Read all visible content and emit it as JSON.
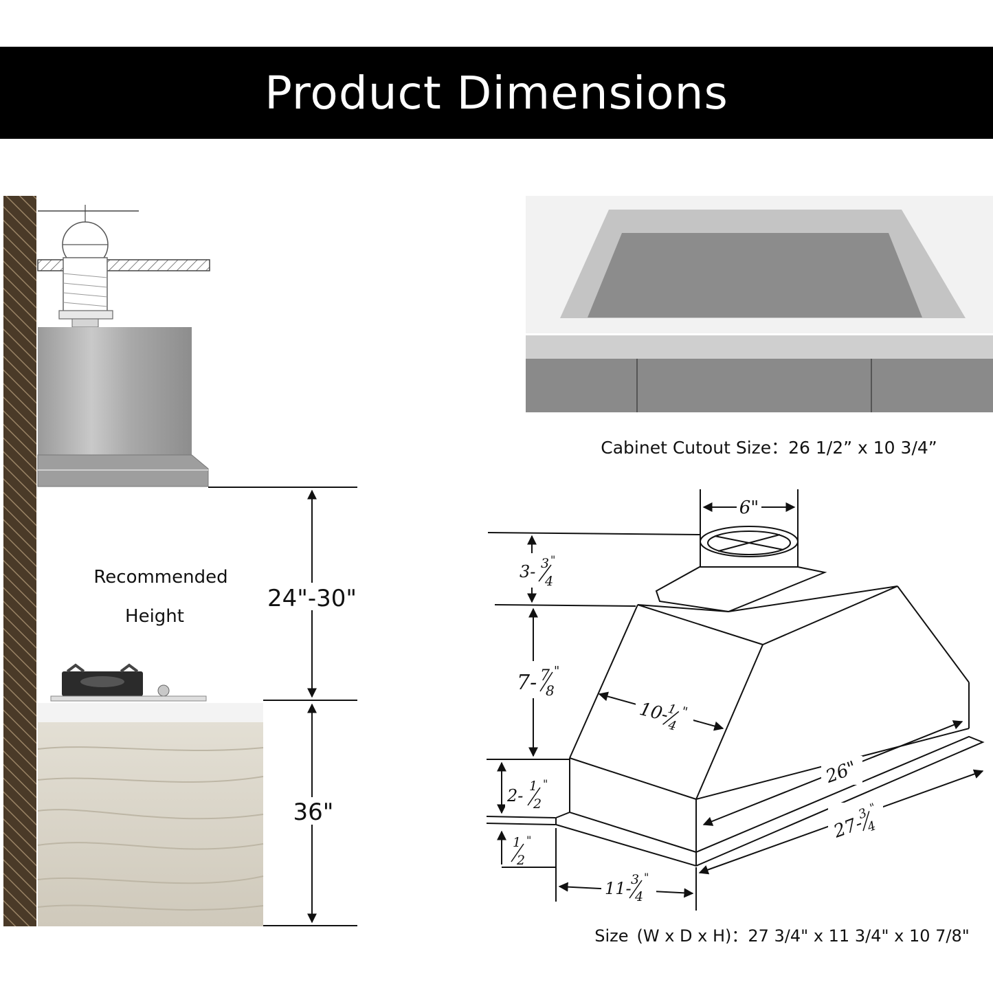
{
  "title": "Product Dimensions",
  "colors": {
    "banner": "#000000",
    "wall": "#5a4630",
    "steel": "#a7a7a7",
    "cabinet_wood": "#d9d4c8",
    "cutout_dark": "#8c8c8c",
    "cutout_light": "#c4c4c4"
  },
  "install": {
    "recommended_line1": "Recommended",
    "recommended_line2": "Height",
    "hood_to_cooktop": "24\"-30\"",
    "counter_height": "36\""
  },
  "cutout": {
    "caption": "Cabinet Cutout Size：26 1/2” x 10 3/4”"
  },
  "hood": {
    "duct_width": "6\"",
    "duct_height_whole": "3-",
    "duct_height_frac_num": "3",
    "duct_height_frac_den": "4",
    "body_height_whole": "7-",
    "body_height_frac_num": "7",
    "body_height_frac_den": "8",
    "top_depth_whole": "10-",
    "top_depth_frac_num": "1",
    "top_depth_frac_den": "4",
    "inner_width": "26\"",
    "lower_height_whole": "2-",
    "lower_height_frac_num": "1",
    "lower_height_frac_den": "2",
    "flange_height_frac_num": "1",
    "flange_height_frac_den": "2",
    "overall_width_whole": "27-",
    "overall_width_frac_num": "3",
    "overall_width_frac_den": "4",
    "overall_depth_whole": "11-",
    "overall_depth_frac_num": "3",
    "overall_depth_frac_den": "4",
    "size_caption": "Size (W x D x H)：27 3/4\" x 11 3/4\" x 10 7/8\""
  }
}
